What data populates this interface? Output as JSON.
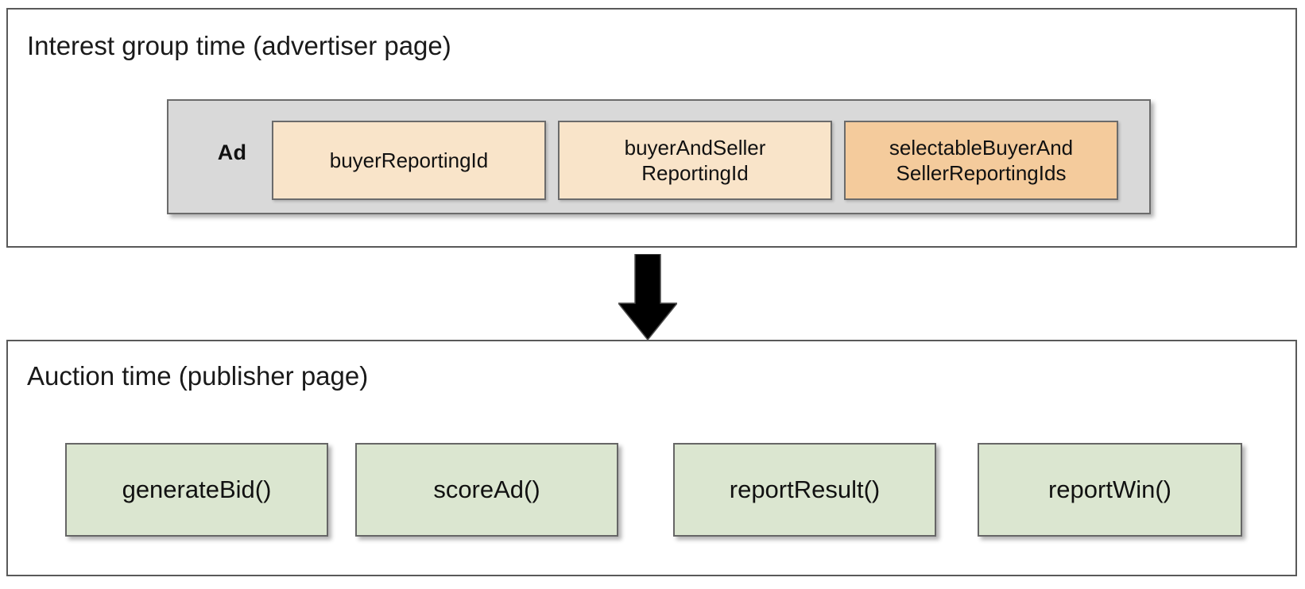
{
  "diagram": {
    "title": "Interest group time and auction time reporting ids",
    "colors": {
      "panel_border": "#595959",
      "ad_container_fill": "#d9d9d9",
      "chip_light_fill": "#f9e4c9",
      "chip_dark_fill": "#f4cb9c",
      "function_fill": "#dbe6d0",
      "box_border": "#666666",
      "arrow_fill": "#000000",
      "text": "#111111"
    }
  },
  "advertiser_panel": {
    "title": "Interest group time (advertiser page)",
    "ad_label": "Ad",
    "reporting_ids": [
      {
        "label": "buyerReportingId",
        "emphasis": "light"
      },
      {
        "label": "buyerAndSeller\nReportingId",
        "line1": "buyerAndSeller",
        "line2": "ReportingId",
        "emphasis": "light"
      },
      {
        "label": "selectableBuyerAnd\nSellerReportingIds",
        "line1": "selectableBuyerAnd",
        "line2": "SellerReportingIds",
        "emphasis": "dark"
      }
    ]
  },
  "flow": {
    "arrow_direction": "down",
    "arrow_name": "down-arrow-icon"
  },
  "auction_panel": {
    "title": "Auction time (publisher page)",
    "functions": [
      {
        "label": "generateBid()"
      },
      {
        "label": "scoreAd()"
      },
      {
        "label": "reportResult()"
      },
      {
        "label": "reportWin()"
      }
    ]
  }
}
